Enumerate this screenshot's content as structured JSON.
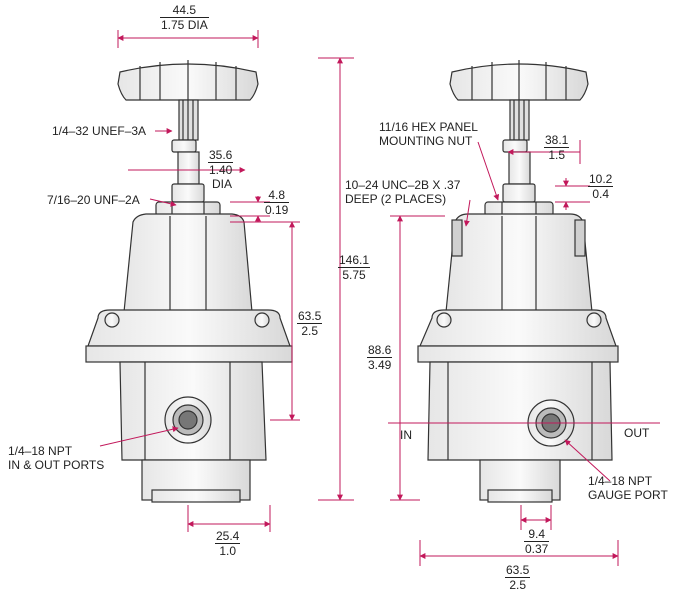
{
  "dimensions": {
    "knob_dia": {
      "mm": "44.5",
      "inch": "1.75 DIA"
    },
    "bonnet_dia": {
      "mm": "35.6",
      "inch": "1.40",
      "extra": "DIA"
    },
    "nut_gap": {
      "mm": "4.8",
      "inch": "0.19"
    },
    "port_to_nut": {
      "mm": "63.5",
      "inch": "2.5"
    },
    "overall_height": {
      "mm": "146.1",
      "inch": "5.75"
    },
    "bottom_width": {
      "mm": "25.4",
      "inch": "1.0"
    },
    "panel_nut_width": {
      "mm": "38.1",
      "inch": "1.5"
    },
    "nut_height": {
      "mm": "10.2",
      "inch": "0.4"
    },
    "port_height": {
      "mm": "88.6",
      "inch": "3.49"
    },
    "gauge_offset": {
      "mm": "9.4",
      "inch": "0.37"
    },
    "body_width": {
      "mm": "63.5",
      "inch": "2.5"
    }
  },
  "labels": {
    "thread_stem": "1/4–32 UNEF–3A",
    "thread_bonnet": "7/16–20 UNF–2A",
    "ports_line1": "1/4–18 NPT",
    "ports_line2": "IN & OUT PORTS",
    "hex_nut_line1": "11/16 HEX PANEL",
    "hex_nut_line2": "MOUNTING NUT",
    "tapped_line1": "10–24 UNC–2B X .37",
    "tapped_line2": "DEEP (2 PLACES)",
    "inlet": "IN",
    "outlet": "OUT",
    "gauge_line1": "1/4–18 NPT",
    "gauge_line2": "GAUGE PORT"
  }
}
